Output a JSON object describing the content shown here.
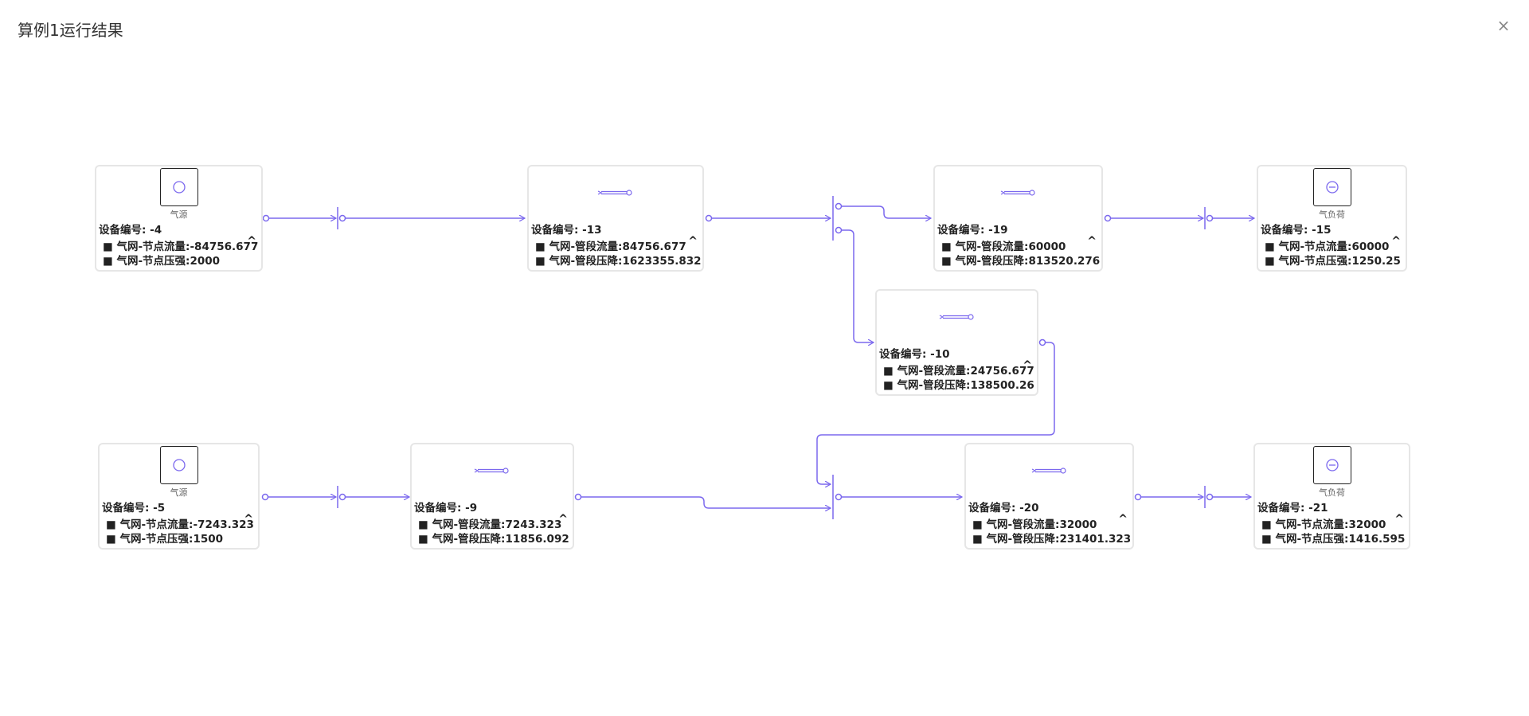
{
  "dialog": {
    "title": "算例1运行结果",
    "close_symbol": "×"
  },
  "colors": {
    "edge": "#7b68ee",
    "border": "#e6e6e6"
  },
  "nodes": [
    {
      "id": "n4",
      "kind": "source",
      "type_label": "气源",
      "device": "设备编号: -4",
      "attr1": "■ 气网-节点流量:-84756.677",
      "attr2": "■ 气网-节点压强:2000"
    },
    {
      "id": "n13",
      "kind": "pipe",
      "type_label": "",
      "device": "设备编号: -13",
      "attr1": "■ 气网-管段流量:84756.677",
      "attr2": "■ 气网-管段压降:1623355.832"
    },
    {
      "id": "n19",
      "kind": "pipe",
      "type_label": "",
      "device": "设备编号: -19",
      "attr1": "■ 气网-管段流量:60000",
      "attr2": "■ 气网-管段压降:813520.276"
    },
    {
      "id": "n15",
      "kind": "load",
      "type_label": "气负荷",
      "device": "设备编号: -15",
      "attr1": "■ 气网-节点流量:60000",
      "attr2": "■ 气网-节点压强:1250.25"
    },
    {
      "id": "n10",
      "kind": "pipe",
      "type_label": "",
      "device": "设备编号: -10",
      "attr1": "■ 气网-管段流量:24756.677",
      "attr2": "■ 气网-管段压降:138500.26"
    },
    {
      "id": "n5",
      "kind": "source",
      "type_label": "气源",
      "device": "设备编号: -5",
      "attr1": "■ 气网-节点流量:-7243.323",
      "attr2": "■ 气网-节点压强:1500"
    },
    {
      "id": "n9",
      "kind": "pipe",
      "type_label": "",
      "device": "设备编号: -9",
      "attr1": "■ 气网-管段流量:7243.323",
      "attr2": "■ 气网-管段压降:11856.092"
    },
    {
      "id": "n20",
      "kind": "pipe",
      "type_label": "",
      "device": "设备编号: -20",
      "attr1": "■ 气网-管段流量:32000",
      "attr2": "■ 气网-管段压降:231401.323"
    },
    {
      "id": "n21",
      "kind": "load",
      "type_label": "气负荷",
      "device": "设备编号: -21",
      "attr1": "■ 气网-节点流量:32000",
      "attr2": "■ 气网-节点压强:1416.595"
    }
  ],
  "caret": "^"
}
